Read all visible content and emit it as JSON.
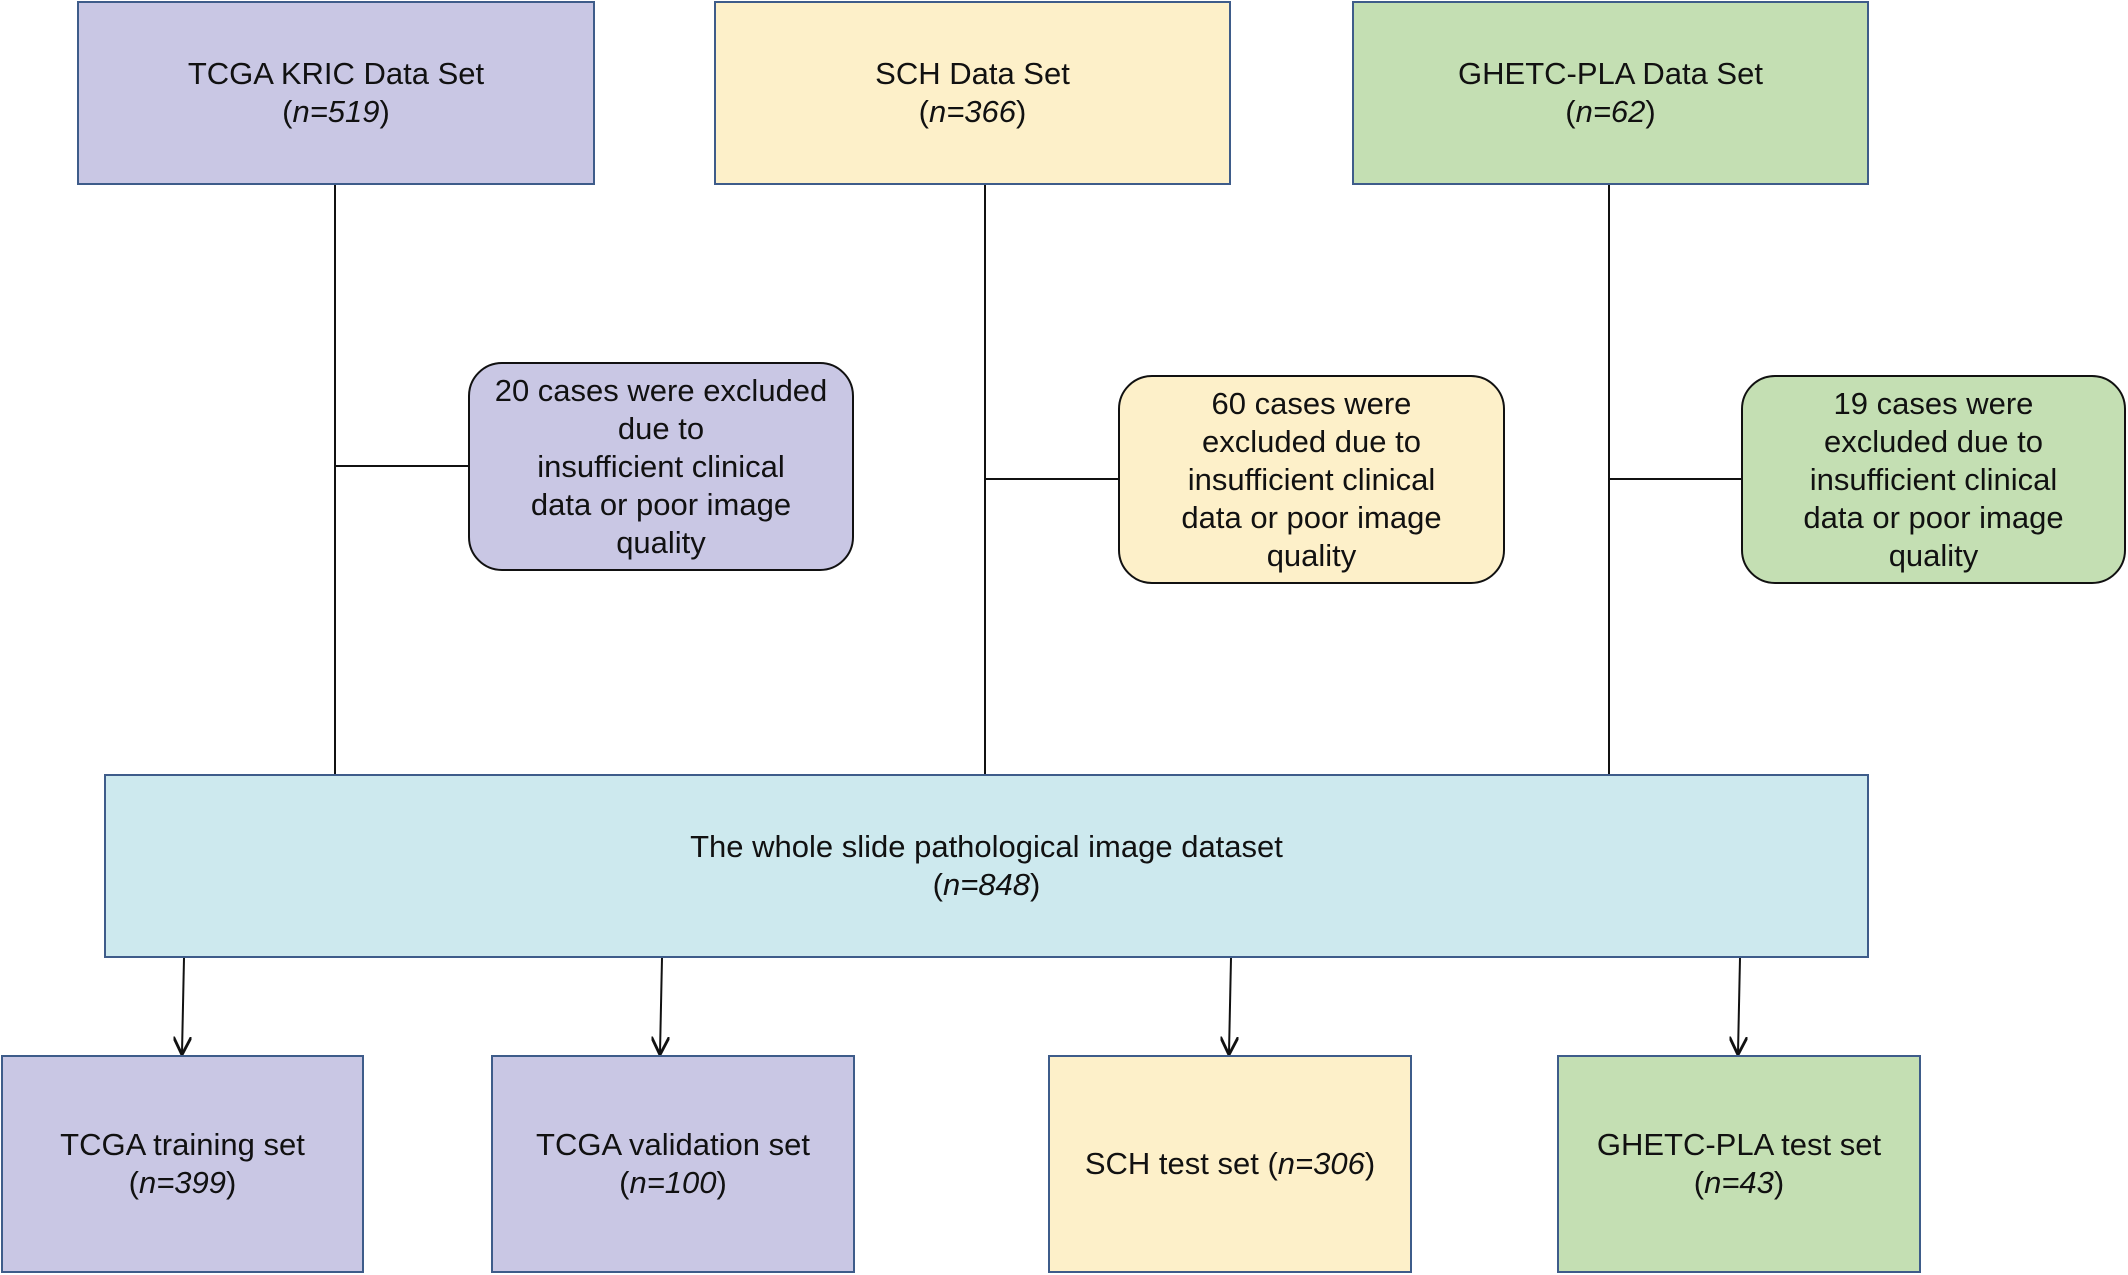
{
  "colors": {
    "purple": "#c9c7e4",
    "yellow": "#fdf0c9",
    "green": "#c4dfb3",
    "cyan": "#cde9ee",
    "box_border": "#3e5c8a",
    "line": "#111111"
  },
  "sources": [
    {
      "title": "TCGA KRIC Data Set",
      "n_prefix": "(",
      "n_value": "n=519",
      "n_suffix": ")"
    },
    {
      "title": "SCH Data Set",
      "n_prefix": "(",
      "n_value": "n=366",
      "n_suffix": ")"
    },
    {
      "title": "GHETC-PLA Data Set",
      "n_prefix": "(",
      "n_value": "n=62",
      "n_suffix": ")"
    }
  ],
  "exclusions": [
    {
      "lines": [
        "20 cases were excluded",
        "due to",
        "insufficient clinical",
        "data or poor image",
        "quality"
      ]
    },
    {
      "lines": [
        "60 cases were",
        "excluded due to",
        "insufficient clinical",
        "data or poor image",
        "quality"
      ]
    },
    {
      "lines": [
        "19 cases were",
        "excluded due to",
        "insufficient clinical",
        "data or poor image",
        "quality"
      ]
    }
  ],
  "combined": {
    "title": "The whole slide pathological image dataset",
    "n_prefix": "(",
    "n_value": "n=848",
    "n_suffix": ")"
  },
  "outputs": [
    {
      "title": "TCGA training set",
      "n_prefix": "(",
      "n_value": "n=399",
      "n_suffix": ")"
    },
    {
      "title": "TCGA validation set",
      "n_prefix": "(",
      "n_value": "n=100",
      "n_suffix": ")"
    },
    {
      "title": "SCH test set",
      "n_prefix": "(",
      "n_value": "n=306",
      "n_suffix": ")"
    },
    {
      "title": "GHETC-PLA test set",
      "n_prefix": "(",
      "n_value": "n=43",
      "n_suffix": ")"
    }
  ]
}
